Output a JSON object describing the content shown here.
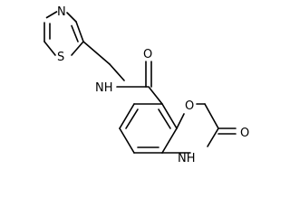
{
  "molecule": {
    "atoms": {
      "thiazole_n": "N",
      "thiazole_s": "S",
      "amide_nh": "NH",
      "carbonyl_o_amide": "O",
      "ring_o": "O",
      "lactam_o": "O",
      "lactam_nh": "NH"
    }
  },
  "colors": {
    "background": "#ffffff",
    "bond": "#000000",
    "atom_label": "#000000"
  }
}
